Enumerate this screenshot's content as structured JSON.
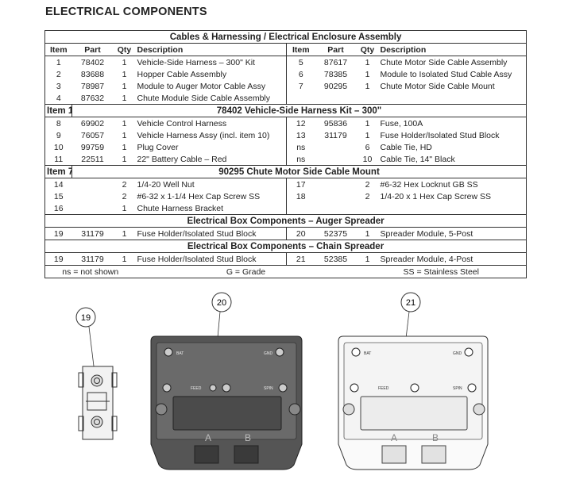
{
  "page_title": "ELECTRICAL COMPONENTS",
  "headers": {
    "item": "Item",
    "part": "Part",
    "qty": "Qty",
    "description": "Description"
  },
  "section1": {
    "title": "Cables & Harnessing / Electrical Enclosure Assembly",
    "rows": [
      [
        "1",
        "78402",
        "1",
        "Vehicle-Side Harness – 300\" Kit",
        "5",
        "87617",
        "1",
        "Chute Motor Side Cable Assembly"
      ],
      [
        "2",
        "83688",
        "1",
        "Hopper Cable Assembly",
        "6",
        "78385",
        "1",
        "Module to Isolated Stud Cable Assy"
      ],
      [
        "3",
        "78987",
        "1",
        "Module to Auger Motor Cable Assy",
        "7",
        "90295",
        "1",
        "Chute Motor Side Cable Mount"
      ],
      [
        "4",
        "87632",
        "1",
        "Chute Module Side Cable Assembly",
        "",
        "",
        "",
        ""
      ]
    ]
  },
  "section2": {
    "item_label": "Item 1",
    "title": "78402  Vehicle-Side Harness Kit – 300\"",
    "rows": [
      [
        "8",
        "69902",
        "1",
        "Vehicle Control Harness",
        "12",
        "95836",
        "1",
        "Fuse, 100A"
      ],
      [
        "9",
        "76057",
        "1",
        "Vehicle Harness Assy (incl. item 10)",
        "13",
        "31179",
        "1",
        "Fuse Holder/Isolated Stud Block"
      ],
      [
        "10",
        "99759",
        "1",
        "Plug Cover",
        "ns",
        "",
        "6",
        "Cable Tie, HD"
      ],
      [
        "11",
        "22511",
        "1",
        "22\" Battery Cable – Red",
        "ns",
        "",
        "10",
        "Cable Tie, 14\" Black"
      ]
    ]
  },
  "section3": {
    "item_label": "Item 7",
    "title": "90295  Chute Motor Side Cable Mount",
    "rows": [
      [
        "14",
        "",
        "2",
        "1/4-20 Well Nut",
        "17",
        "",
        "2",
        "#6-32 Hex Locknut GB SS"
      ],
      [
        "15",
        "",
        "2",
        "#6-32 x 1-1/4 Hex Cap Screw SS",
        "18",
        "",
        "2",
        "1/4-20 x 1 Hex Cap Screw SS"
      ],
      [
        "16",
        "",
        "1",
        "Chute Harness Bracket",
        "",
        "",
        "",
        ""
      ]
    ]
  },
  "section4": {
    "title": "Electrical Box Components – Auger Spreader",
    "rows": [
      [
        "19",
        "31179",
        "1",
        "Fuse Holder/Isolated Stud Block",
        "20",
        "52375",
        "1",
        "Spreader Module, 5-Post"
      ]
    ]
  },
  "section5": {
    "title": "Electrical Box Components – Chain Spreader",
    "rows": [
      [
        "19",
        "31179",
        "1",
        "Fuse Holder/Isolated Stud Block",
        "21",
        "52385",
        "1",
        "Spreader Module, 4-Post"
      ]
    ]
  },
  "footer": {
    "ns": "ns = not shown",
    "g": "G = Grade",
    "ss": "SS = Stainless Steel"
  },
  "callouts": {
    "c19": "19",
    "c20": "20",
    "c21": "21"
  },
  "module_labels": {
    "bat": "BAT",
    "gnd": "GND",
    "feed": "FEED",
    "spin": "SPIN",
    "a": "A",
    "b": "B"
  }
}
